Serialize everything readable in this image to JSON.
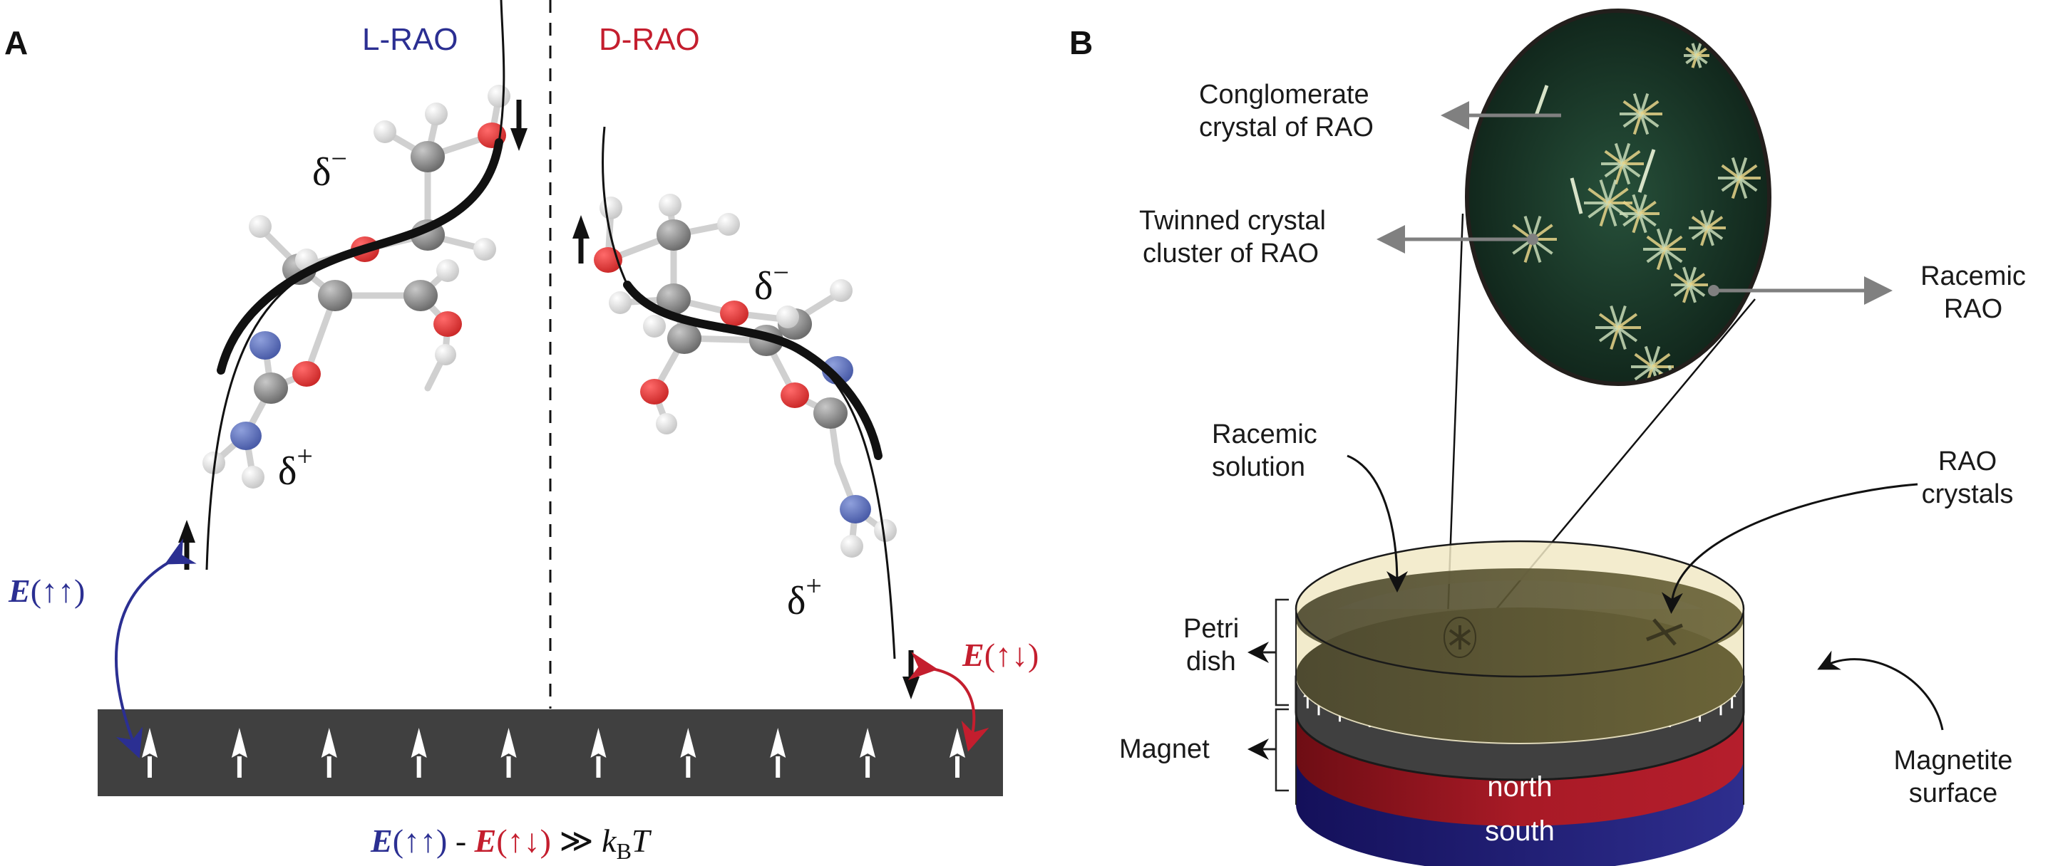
{
  "panel_a": {
    "letter": "A",
    "left_title": "L-RAO",
    "right_title": "D-RAO",
    "delta_minus": "δ",
    "delta_plus": "δ",
    "minus_sign": "−",
    "plus_sign": "+",
    "energy_parallel": {
      "E": "E",
      "spins": "(↑↑)"
    },
    "energy_antiparallel": {
      "E": "E",
      "spins": "(↑↓)"
    },
    "equation": {
      "term1_E": "E",
      "term1_spins": "(↑↑)",
      "minus": " - ",
      "term2_E": "E",
      "term2_spins": "(↑↓)",
      "relation": " ≫ ",
      "k": "k",
      "sub": "B",
      "T": "T"
    },
    "surface_arrow_count": 10
  },
  "panel_b": {
    "letter": "B",
    "labels": {
      "conglomerate_line1": "Conglomerate",
      "conglomerate_line2": "crystal of RAO",
      "twinned_line1": "Twinned crystal",
      "twinned_line2": "cluster of RAO",
      "racemic_rao_line1": "Racemic",
      "racemic_rao_line2": "RAO",
      "racemic_solution_line1": "Racemic",
      "racemic_solution_line2": "solution",
      "rao_crystals_line1": "RAO",
      "rao_crystals_line2": "crystals",
      "petri_line1": "Petri",
      "petri_line2": "dish",
      "magnet": "Magnet",
      "magnetite_line1": "Magnetite",
      "magnetite_line2": "surface",
      "north": "north",
      "south": "south"
    },
    "ring_arrow_count": 14
  },
  "colors": {
    "blue": "#2b2f92",
    "red": "#c41e2e",
    "surface": "#404040",
    "solution": "#f1e9c6",
    "crystal_layer": "#5b5536",
    "north": "#a81a26",
    "south": "#232378",
    "micrograph": "#1d3a2a"
  }
}
